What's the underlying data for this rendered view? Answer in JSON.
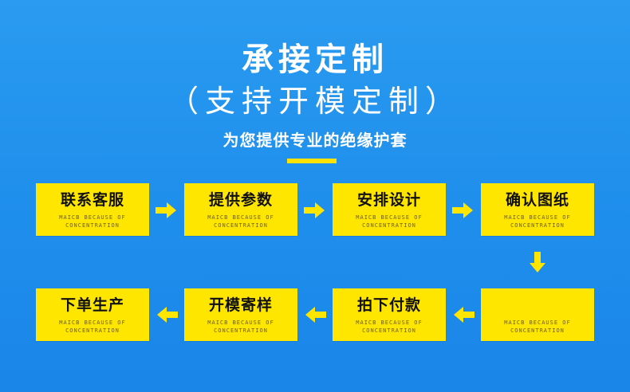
{
  "header": {
    "title": "承接定制",
    "subtitle": "（支持开模定制）",
    "tagline": "为您提供专业的绝缘护套"
  },
  "steps": [
    {
      "label": "联系客服",
      "en1": "MAICB BECAUSE OF",
      "en2": "CONCENTRATION"
    },
    {
      "label": "提供参数",
      "en1": "MAICB BECAUSE OF",
      "en2": "CONCENTRATION"
    },
    {
      "label": "安排设计",
      "en1": "MAICB BECAUSE OF",
      "en2": "CONCENTRATION"
    },
    {
      "label": "确认图纸",
      "en1": "MAICB BECAUSE OF",
      "en2": "CONCENTRATION"
    },
    {
      "label": "",
      "en1": "MAICB BECAUSE OF",
      "en2": "CONCENTRATION"
    },
    {
      "label": "拍下付款",
      "en1": "MAICB BECAUSE OF",
      "en2": "CONCENTRATION"
    },
    {
      "label": "开模寄样",
      "en1": "MAICB BECAUSE OF",
      "en2": "CONCENTRATION"
    },
    {
      "label": "下单生产",
      "en1": "MAICB BECAUSE OF",
      "en2": "CONCENTRATION"
    }
  ],
  "colors": {
    "background": "#1f8fec",
    "accent": "#ffe600"
  },
  "icons": {
    "flow_arrow": "arrow-icon"
  }
}
